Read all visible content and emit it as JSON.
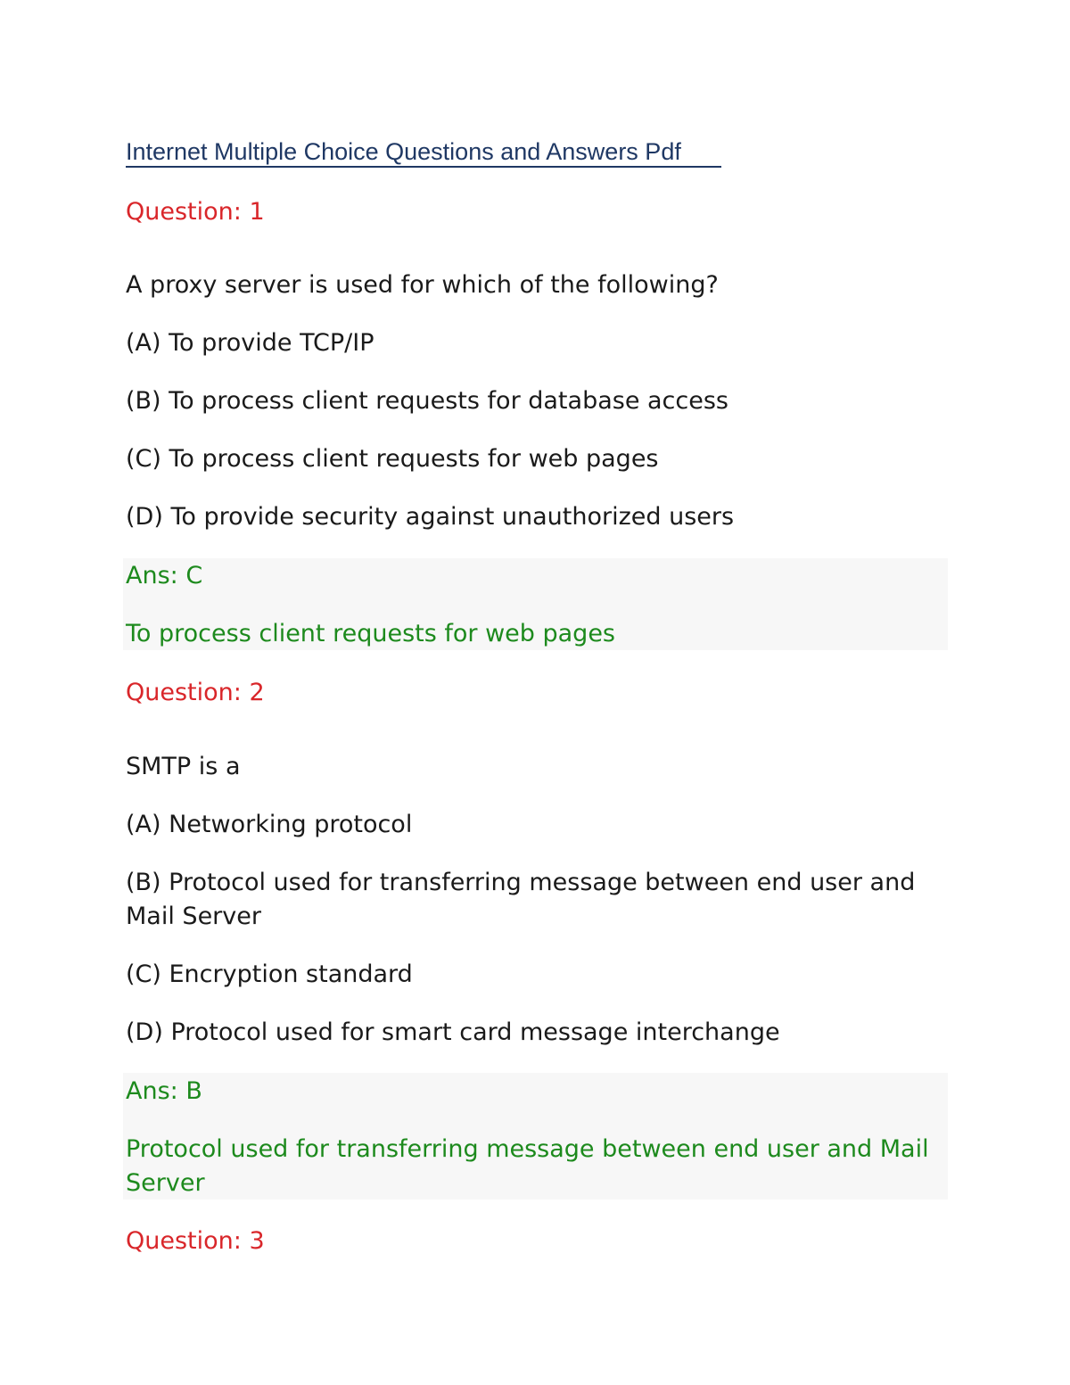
{
  "document": {
    "title": "Internet Multiple Choice Questions and Answers Pdf",
    "questions": [
      {
        "heading": "Question: 1",
        "prompt": "A proxy server is used for which of the following?",
        "options": [
          "(A) To provide TCP/IP",
          "(B) To process client requests for database access",
          "(C) To process client requests for web pages",
          "(D) To provide security against unauthorized users"
        ],
        "answer": "Ans: C",
        "explanation": "To process client requests for web pages"
      },
      {
        "heading": "Question: 2",
        "prompt": "SMTP is a",
        "options": [
          "(A) Networking protocol",
          "(B) Protocol used for transferring message between end user and Mail Server",
          "(C) Encryption standard",
          "(D) Protocol used for smart card message interchange"
        ],
        "answer": "Ans: B",
        "explanation": "Protocol used for transferring message between end user and Mail Server"
      },
      {
        "heading": "Question: 3"
      }
    ]
  }
}
